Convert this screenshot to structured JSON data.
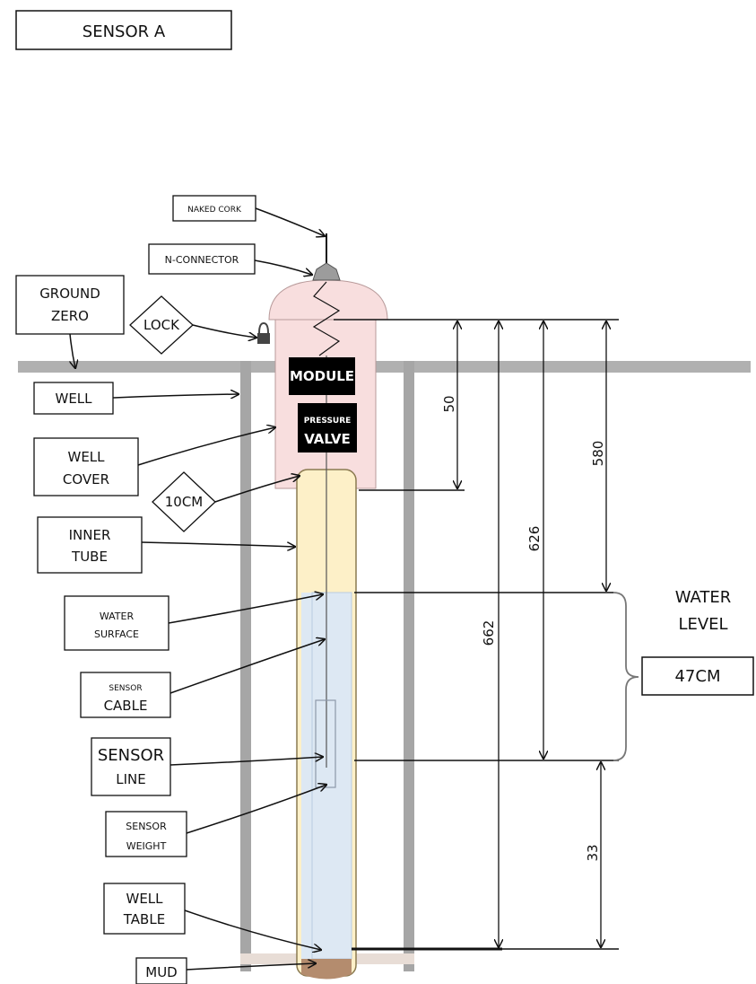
{
  "title": "SENSOR A",
  "labels": {
    "naked_cork": "NAKED CORK",
    "n_connector": "N-CONNECTOR",
    "ground_zero_line1": "GROUND",
    "ground_zero_line2": "ZERO",
    "lock": "LOCK",
    "well": "WELL",
    "well_cover_line1": "WELL",
    "well_cover_line2": "COVER",
    "ten_cm": "10CM",
    "inner_tube_line1": "INNER",
    "inner_tube_line2": "TUBE",
    "water_surface_line1": "WATER",
    "water_surface_line2": "SURFACE",
    "sensor_cable_line1": "SENSOR",
    "sensor_cable_line2": "CABLE",
    "sensor_line_line1": "SENSOR",
    "sensor_line_line2": "LINE",
    "sensor_weight_line1": "SENSOR",
    "sensor_weight_line2": "WEIGHT",
    "well_table_line1": "WELL",
    "well_table_line2": "TABLE",
    "mud": "MUD",
    "module": "MODULE",
    "pressure": "PRESSURE",
    "valve": "VALVE",
    "water_level_line1": "WATER",
    "water_level_line2": "LEVEL",
    "water_level_value": "47CM"
  },
  "dimensions": {
    "d50": "50",
    "d580": "580",
    "d626": "626",
    "d662": "662",
    "d33": "33"
  },
  "colors": {
    "ground": "#b0b0b0",
    "well_walls": "#a6a6a6",
    "cover": "#f8dede",
    "inner_tube": "#fdf0c8",
    "water": "#dde8f3",
    "mud": "#b48c6e",
    "module": "#000000",
    "connector": "#8c8c8c"
  }
}
